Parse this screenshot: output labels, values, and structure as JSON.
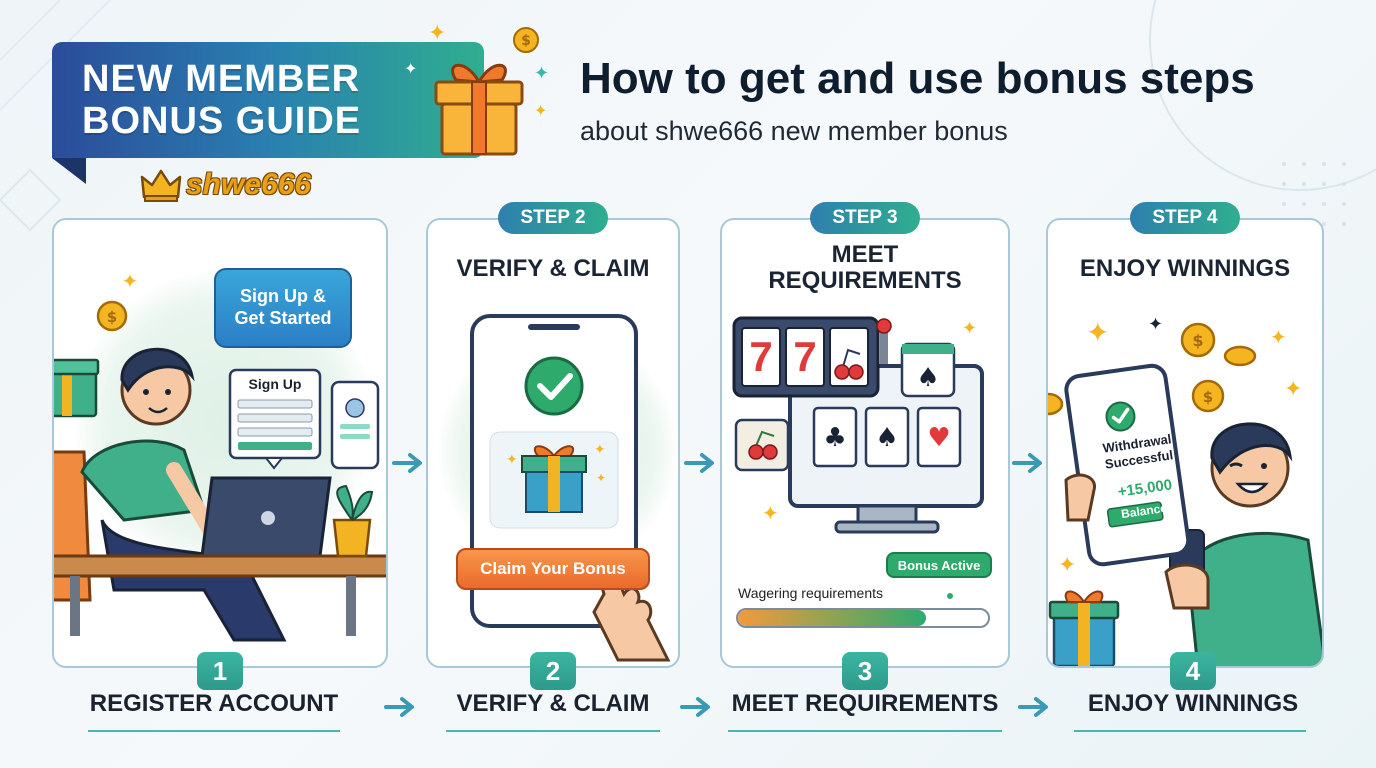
{
  "banner": {
    "line1": "NEW MEMBER",
    "line2": "BONUS GUIDE"
  },
  "logo": {
    "text": "shwe666",
    "icon": "crown-icon"
  },
  "header": {
    "title": "How to get and use bonus steps",
    "subtitle": "about shwe666 new member bonus"
  },
  "steps": [
    {
      "pill": "",
      "heading": "",
      "number": "1",
      "label": "REGISTER ACCOUNT",
      "bubble_line1": "Sign Up &",
      "bubble_line2": "Get Started",
      "form_title": "Sign Up"
    },
    {
      "pill": "STEP 2",
      "heading": "VERIFY & CLAIM",
      "number": "2",
      "label": "VERIFY & CLAIM",
      "button": "Claim Your Bonus"
    },
    {
      "pill": "STEP 3",
      "heading_line1": "MEET",
      "heading_line2": "REQUIREMENTS",
      "number": "3",
      "label": "MEET REQUIREMENTS",
      "badge": "Bonus Active",
      "progress_label": "Wagering requirements",
      "progress_value": 0.75,
      "slot_symbols": [
        "7",
        "7"
      ]
    },
    {
      "pill": "STEP 4",
      "heading": "ENJOY WINNINGS",
      "number": "4",
      "label": "ENJOY WINNINGS",
      "withdraw_line1": "Withdrawal",
      "withdraw_line2": "Successful",
      "amount": "+15,000",
      "balance": "Balance"
    }
  ],
  "colors": {
    "brand_dark": "#2b4c9a",
    "brand_teal": "#2fae8f",
    "accent_orange": "#ea6a2b",
    "success_green": "#2eaa6c",
    "gold": "#f5b521"
  }
}
